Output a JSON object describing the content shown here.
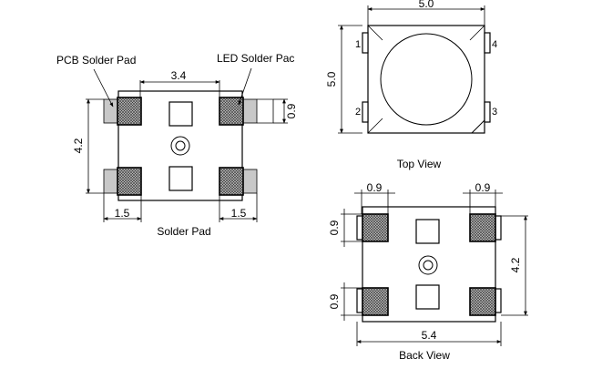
{
  "solder_pad": {
    "caption": "Solder Pad",
    "label_pcb": "PCB Solder Pad",
    "label_led": "LED Solder Pac",
    "dim_width": "3.4",
    "dim_height": "4.2",
    "dim_pad": "0.9",
    "dim_left": "1.5",
    "dim_right": "1.5"
  },
  "top_view": {
    "caption": "Top View",
    "dim_width": "5.0",
    "dim_height": "5.0",
    "pin1": "1",
    "pin2": "2",
    "pin3": "3",
    "pin4": "4"
  },
  "back_view": {
    "caption": "Back View",
    "dim_pad_left": "0.9",
    "dim_pad_right": "0.9",
    "dim_pad_upper": "0.9",
    "dim_pad_lower": "0.9",
    "dim_height": "4.2",
    "dim_width": "5.4"
  }
}
